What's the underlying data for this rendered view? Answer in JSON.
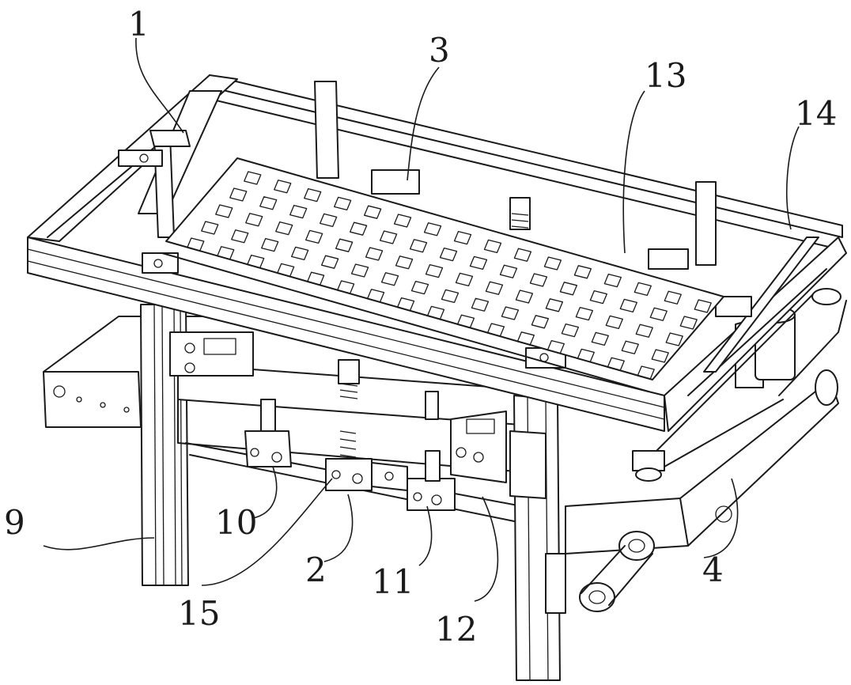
{
  "colors": {
    "ink": "#1a1a1a",
    "paper": "#ffffff"
  },
  "labels": {
    "l1": "1",
    "l2": "2",
    "l3": "3",
    "l4": "4",
    "l9": "9",
    "l10": "10",
    "l11": "11",
    "l12": "12",
    "l13": "13",
    "l14": "14",
    "l15": "15"
  }
}
